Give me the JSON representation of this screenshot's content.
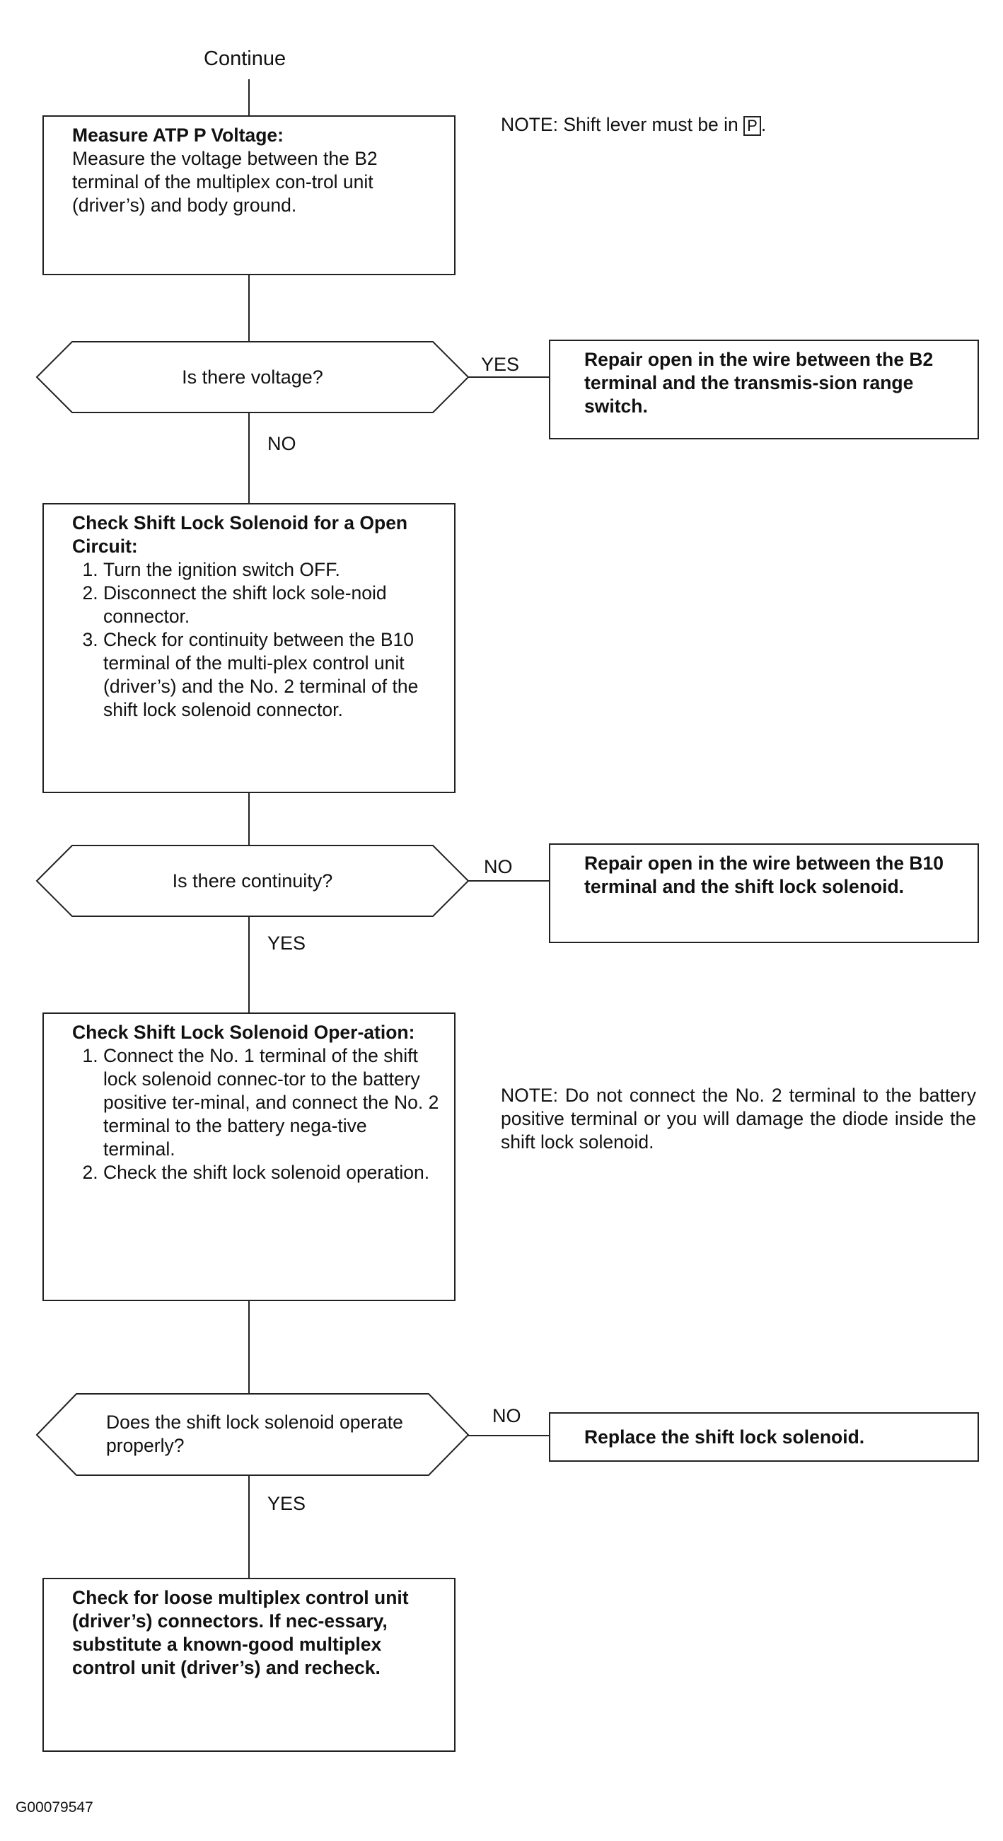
{
  "start_label": "Continue",
  "note1": {
    "text": "NOTE:  Shift lever must be in ",
    "boxed": "P",
    "tail": "."
  },
  "step1": {
    "title": "Measure ATP P Voltage:",
    "body": "Measure the voltage between the B2 terminal of the multiplex con-trol unit (driver’s) and body ground."
  },
  "decision1": {
    "question": "Is there voltage?",
    "yes_label": "YES",
    "no_label": "NO"
  },
  "result1": {
    "text": "Repair open in the wire between the B2 terminal and the transmis-sion range switch."
  },
  "step2": {
    "title": "Check Shift Lock Solenoid for a Open Circuit:",
    "items": [
      "Turn the ignition switch OFF.",
      "Disconnect the shift lock sole-noid connector.",
      "Check for continuity between the B10 terminal of the multi-plex control unit (driver’s) and the No. 2 terminal of the shift lock solenoid connector."
    ]
  },
  "decision2": {
    "question": "Is there continuity?",
    "no_label": "NO",
    "yes_label": "YES"
  },
  "result2": {
    "text": "Repair open in the wire between the B10 terminal and the shift lock solenoid."
  },
  "step3": {
    "title": "Check Shift Lock Solenoid Oper-ation:",
    "items": [
      "Connect the No. 1 terminal of the shift lock solenoid connec-tor to the battery positive ter-minal, and connect the No. 2 terminal to the battery nega-tive terminal.",
      "Check the shift lock solenoid operation."
    ]
  },
  "note2": {
    "text": "NOTE: Do not connect the No. 2 terminal to the battery positive terminal or you will damage the diode inside the shift lock solenoid."
  },
  "decision3": {
    "question": "Does the shift lock solenoid operate properly?",
    "no_label": "NO",
    "yes_label": "YES"
  },
  "result3": {
    "text": "Replace the shift lock solenoid."
  },
  "final": {
    "text": "Check for loose multiplex control unit (driver’s) connectors. If nec-essary, substitute a known-good multiplex control unit (driver’s) and recheck."
  },
  "figure_code": "G00079547"
}
